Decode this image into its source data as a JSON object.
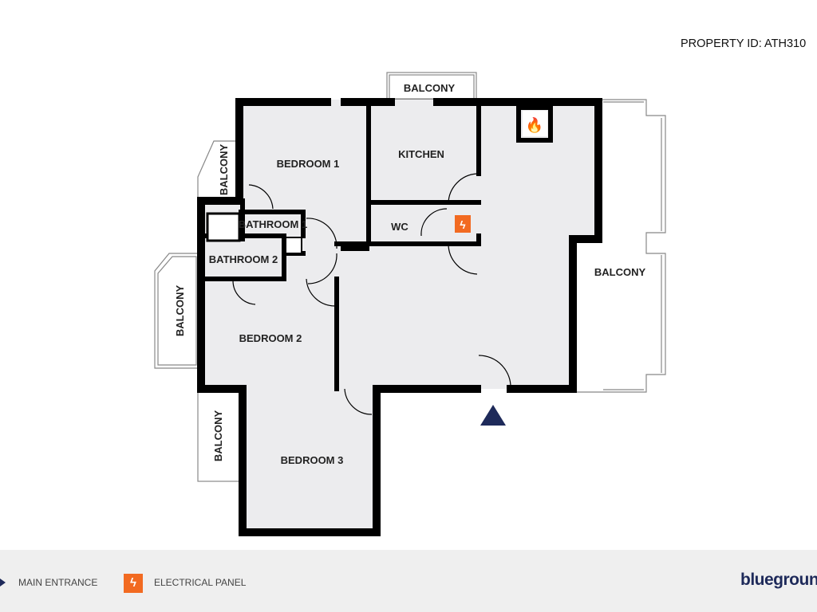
{
  "header": {
    "property_id": "PROPERTY ID: ATH310"
  },
  "rooms": {
    "bedroom1": "BEDROOM 1",
    "kitchen": "KITCHEN",
    "wc": "WC",
    "bathroom1": "BATHROOM 1",
    "bathroom2": "BATHROOM 2",
    "bedroom2": "BEDROOM 2",
    "bedroom3": "BEDROOM 3",
    "balcony_top": "BALCONY",
    "balcony_left1": "BALCONY",
    "balcony_left2": "BALCONY",
    "balcony_left3": "BALCONY",
    "balcony_right": "BALCONY"
  },
  "icons": {
    "fireplace": "fire-icon",
    "electrical": "lightning-icon",
    "entrance": "triangle-up-icon"
  },
  "legend": {
    "main_entrance": "MAIN ENTRANCE",
    "electrical_panel": "ELECTRICAL PANEL"
  },
  "logo": "bluegroun",
  "colors": {
    "wall": "#000000",
    "floor": "#ececee",
    "entrance": "#1e2a5a",
    "electrical": "#f26a21",
    "footer": "#efefef"
  }
}
